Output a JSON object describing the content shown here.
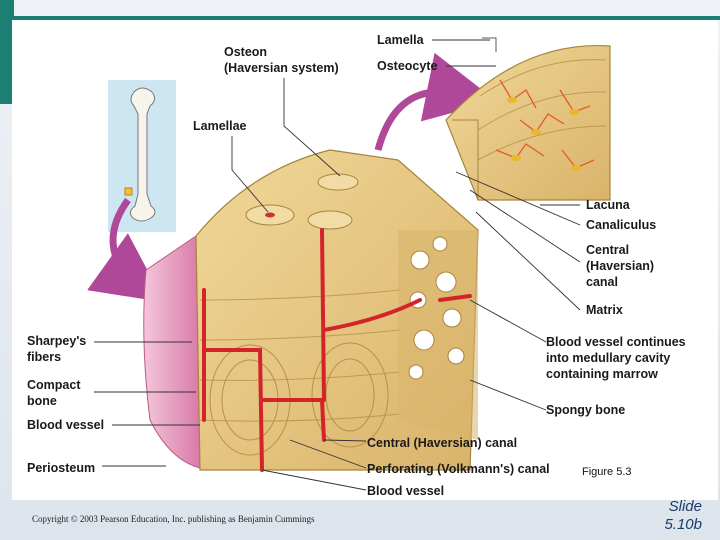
{
  "labels": {
    "osteon": "Osteon\n(Haversian system)",
    "lamella": "Lamella",
    "osteocyte": "Osteocyte",
    "lamellae": "Lamellae",
    "lacuna": "Lacuna",
    "canaliculus": "Canaliculus",
    "central_canal_right": "Central\n(Haversian)\ncanal",
    "matrix": "Matrix",
    "blood_vessel_continues": "Blood vessel continues\ninto medullary cavity\ncontaining marrow",
    "spongy_bone": "Spongy bone",
    "sharpeys_fibers": "Sharpey's\nfibers",
    "compact_bone": "Compact\nbone",
    "blood_vessel_left": "Blood vessel",
    "periosteum": "Periosteum",
    "central_canal_bottom": "Central (Haversian) canal",
    "perforating_canal": "Perforating (Volkmann's) canal",
    "blood_vessel_bottom": "Blood vessel"
  },
  "figure_number": "Figure 5.3",
  "copyright": "Copyright © 2003 Pearson Education, Inc. publishing as Benjamin Cummings",
  "slide_number": "Slide\n5.10b",
  "colors": {
    "accent": "#1b7f74",
    "bone": "#e6c77e",
    "bone_dark": "#c9a55a",
    "vessel": "#d4242b",
    "periosteum": "#e9a6c4",
    "arrow": "#b0489a"
  }
}
